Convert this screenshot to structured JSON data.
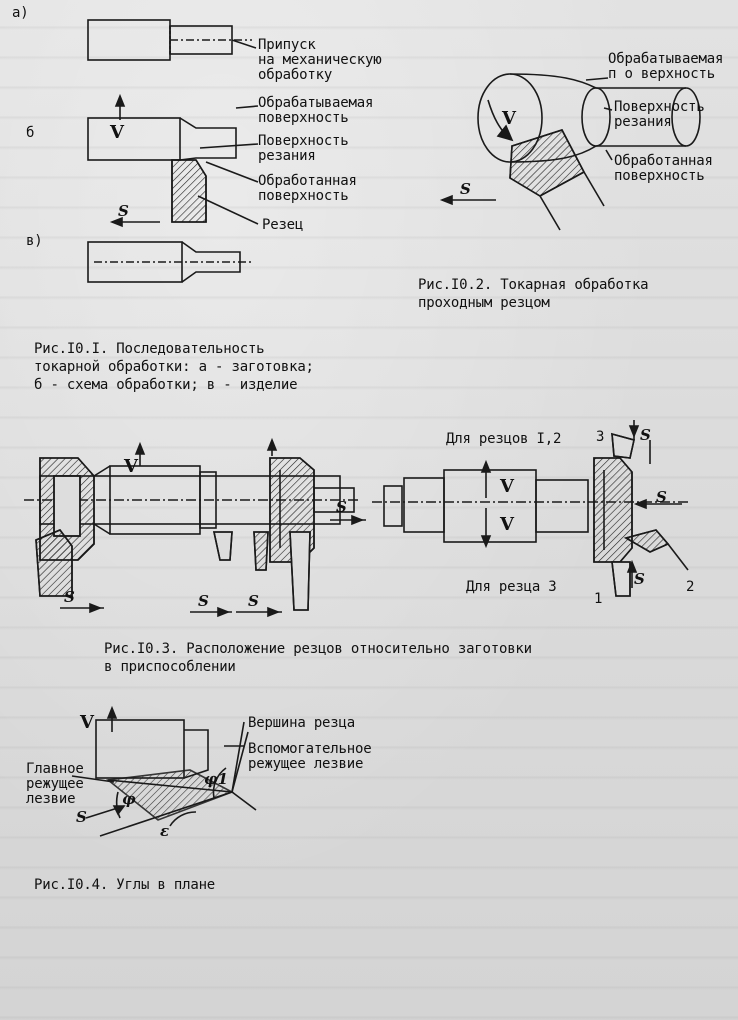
{
  "fig_10_1": {
    "label_a": "а)",
    "label_b": "б",
    "label_v": "в)",
    "allowance": "Припуск\nна механическую\nобработку",
    "work_surface": "Обрабатываемая\nповерхность",
    "cut_surface": "Поверхность\nрезания",
    "machined_surface": "Обработанная\nповерхность",
    "cutter": "Резец",
    "caption": "Рис.I0.I. Последовательность\nтокарной обработки: а - заготовка;\nб - схема обработки; в - изделие"
  },
  "fig_10_2": {
    "work_surface": "Обрабатываемая\nп о верхность",
    "cut_surface": "Поверхность\nрезания",
    "machined_surface": "Обработанная\nповерхность",
    "caption": "Рис.I0.2. Токарная обработка\nпроходным резцом"
  },
  "fig_10_3": {
    "cutters_12": "Для резцов I,2",
    "cutter_3": "Для резца 3",
    "num_1": "1",
    "num_2": "2",
    "num_3": "3",
    "caption": "Рис.I0.3. Расположение резцов относительно заготовки\nв приспособлении"
  },
  "fig_10_4": {
    "tip": "Вершина резца",
    "aux_edge": "Вспомогательное\nрежущее лезвие",
    "main_edge": "Главное\nрежущее\nлезвие",
    "caption": "Рис.I0.4. Углы в плане"
  },
  "symbols": {
    "V": "V",
    "S": "S",
    "phi": "φ",
    "phi1": "φ1",
    "eps": "ε"
  }
}
